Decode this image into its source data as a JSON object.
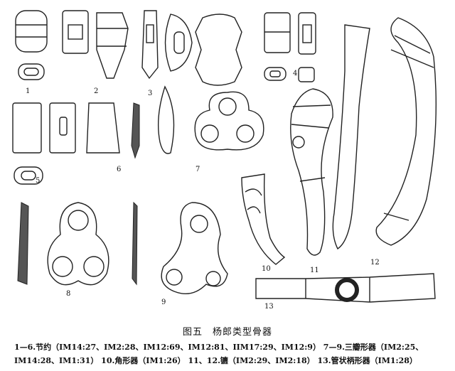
{
  "figure": {
    "labels": [
      "1",
      "2",
      "3",
      "4",
      "5",
      "6",
      "7",
      "8",
      "9",
      "10",
      "11",
      "12",
      "13"
    ],
    "title": "图五　杨郎类型骨器",
    "caption_line1": "1—6.节约（IM14:27、IM2:28、IM12:69、IM12:81、IIM17:29、IM12:9） 7—9.三瓣形器（IM2:25、",
    "caption_line2": "IM14:28、IM1:31） 10.角形器（IM1:26） 11、12.镳（IM2:29、IM2:18） 13.管状柄形器（IM1:28）"
  }
}
